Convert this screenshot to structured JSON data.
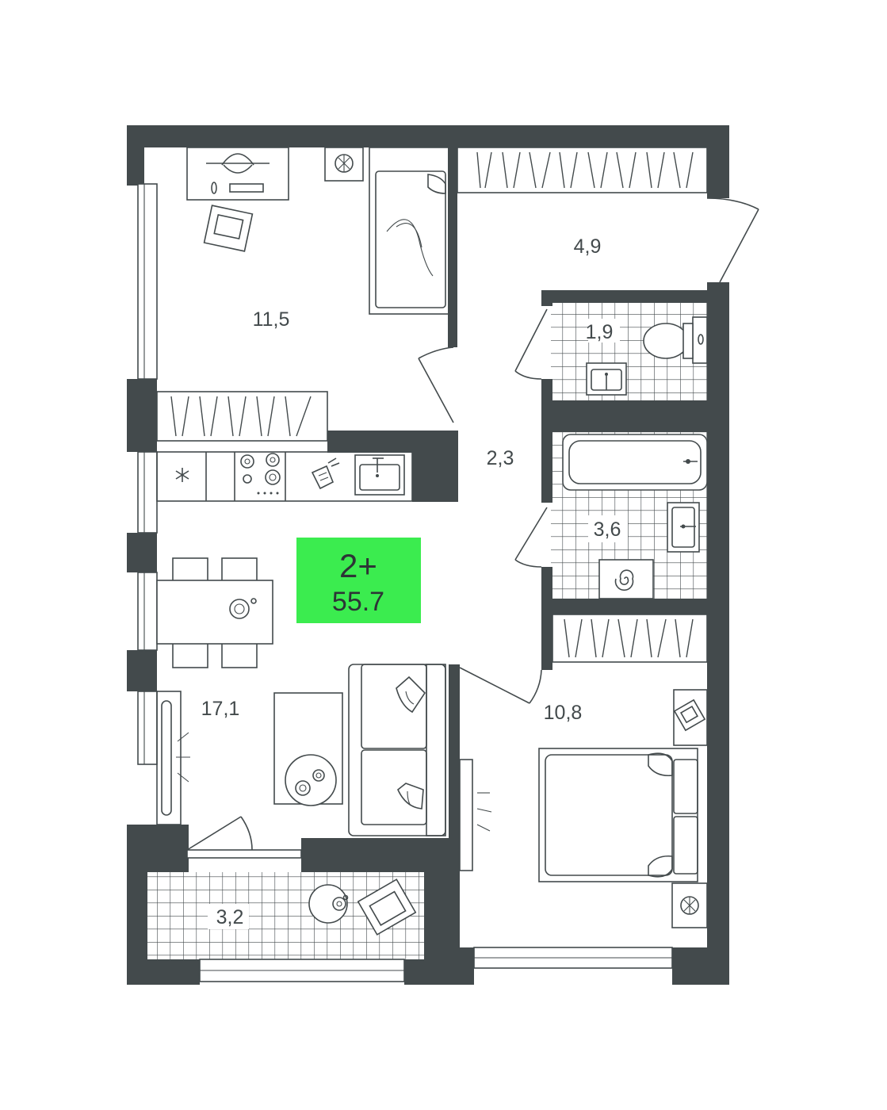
{
  "badge": {
    "rooms": "2+",
    "area": "55.7",
    "color": "#3bec4f"
  },
  "rooms": [
    {
      "id": "bedroom-1",
      "area": "11,5"
    },
    {
      "id": "wardrobe-hall",
      "area": "4,9"
    },
    {
      "id": "toilet",
      "area": "1,9"
    },
    {
      "id": "corridor",
      "area": "2,3"
    },
    {
      "id": "bathroom",
      "area": "3,6"
    },
    {
      "id": "kitchen-living",
      "area": "17,1"
    },
    {
      "id": "bedroom-2",
      "area": "10,8"
    },
    {
      "id": "balcony",
      "area": "3,2"
    }
  ],
  "colors": {
    "wall": "#434a4c",
    "background": "#ffffff"
  }
}
